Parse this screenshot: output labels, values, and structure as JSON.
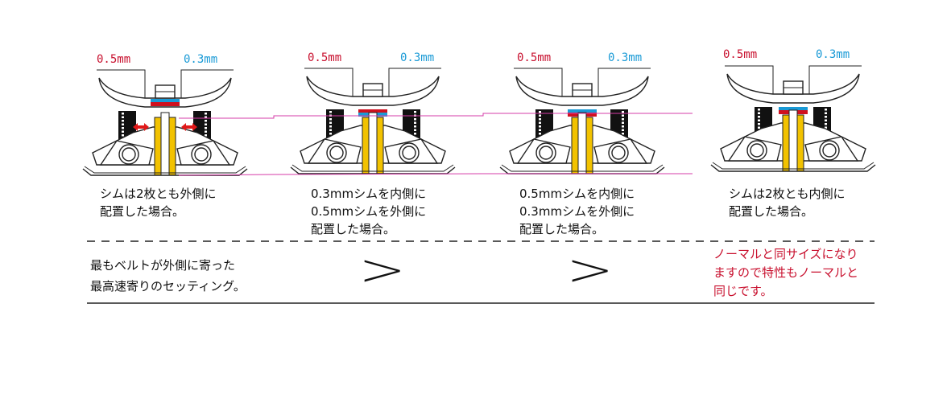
{
  "diagrams": [
    {
      "label_red": "0.5mm",
      "label_blue": "0.3mm",
      "caption": [
        "シムは2枚とも外側に",
        "配置した場合。"
      ],
      "top_shim": "#1a9ad6",
      "bottom_shim": "#d0101e",
      "shims_outside": true
    },
    {
      "label_red": "0.5mm",
      "label_blue": "0.3mm",
      "caption": [
        "0.3mmシムを内側に",
        "0.5mmシムを外側に",
        "配置した場合。"
      ],
      "top_shim": "#d0101e",
      "bottom_shim": "#1a9ad6",
      "shims_outside": false
    },
    {
      "label_red": "0.5mm",
      "label_blue": "0.3mm",
      "caption": [
        "0.5mmシムを内側に",
        "0.3mmシムを外側に",
        "配置した場合。"
      ],
      "top_shim": "#1a9ad6",
      "bottom_shim": "#d0101e",
      "shims_outside": false
    },
    {
      "label_red": "0.5mm",
      "label_blue": "0.3mm",
      "caption": [
        "シムは2枚とも内側に",
        "配置した場合。"
      ],
      "top_shim": "#1a9ad6",
      "bottom_shim": "#d0101e",
      "shims_outside": false
    }
  ],
  "comparison": {
    "left_text": [
      "最もベルトが外側に寄った",
      "最高速寄りのセッティング。"
    ],
    "symbols": [
      ">",
      ">"
    ],
    "right_text": [
      "ノーマルと同サイズになり",
      "ますので特性もノーマルと",
      "同じです。"
    ]
  },
  "colors": {
    "red": "#c8102e",
    "blue": "#1a9ad6",
    "yellow": "#f2c200",
    "pink": "#d63ca8"
  }
}
